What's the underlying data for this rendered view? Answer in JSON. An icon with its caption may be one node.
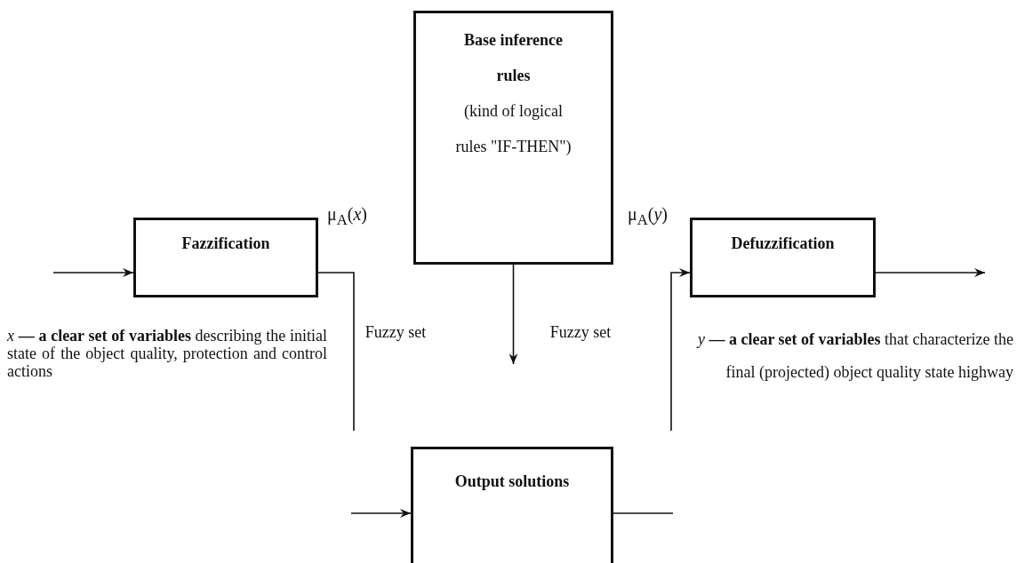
{
  "diagram": {
    "nodes": [
      {
        "text": [
          "Fazzification"
        ]
      },
      {
        "text": [
          "Base inference rules",
          "(kind of logical rules \"IF-THEN\")"
        ]
      },
      {
        "text": [
          "Defuzzification"
        ]
      },
      {
        "text": [
          "Output solutions"
        ]
      }
    ],
    "edges": [
      {
        "from": null,
        "to": 0,
        "arrow": "to"
      },
      {
        "from": 0,
        "to": null,
        "arrow": "none"
      },
      {
        "from": null,
        "to": 3,
        "arrow": "to"
      },
      {
        "from": 1,
        "to": null,
        "arrow": "to"
      },
      {
        "from": 3,
        "to": null,
        "arrow": "none"
      },
      {
        "from": null,
        "to": 2,
        "arrow": "to"
      },
      {
        "from": 2,
        "to": null,
        "arrow": "to"
      }
    ],
    "labels": [
      "μ$_{A}$(*x*)",
      "μ$_{A}$(*y*)",
      "Fuzzy set",
      "Fuzzy set",
      "*x* **— a clear set of variables** describing the initial state of the object quality, protection and control actions",
      "*y* **— a clear set of variables** that characterize the final (projected) object quality state highway"
    ]
  }
}
